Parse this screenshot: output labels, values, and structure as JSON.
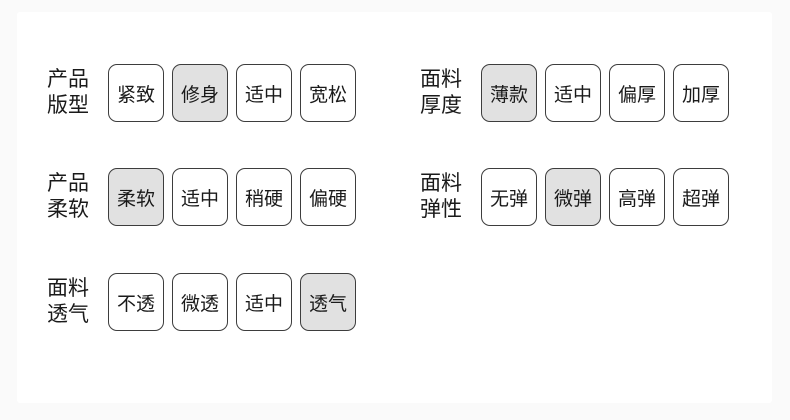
{
  "colors": {
    "page_bg": "#fafafa",
    "card_bg": "#ffffff",
    "button_border": "#3d3d3d",
    "button_bg": "#ffffff",
    "selected_bg": "#e1e1e1",
    "text": "#1a1a1a"
  },
  "groups": [
    {
      "id": "product-fit",
      "label_line1": "产品",
      "label_line2": "版型",
      "options": [
        {
          "label": "紧致",
          "state": "default"
        },
        {
          "label": "修身",
          "state": "selected"
        },
        {
          "label": "适中",
          "state": "default"
        },
        {
          "label": "宽松",
          "state": "default"
        }
      ]
    },
    {
      "id": "fabric-thickness",
      "label_line1": "面料",
      "label_line2": "厚度",
      "options": [
        {
          "label": "薄款",
          "state": "selected"
        },
        {
          "label": "适中",
          "state": "default"
        },
        {
          "label": "偏厚",
          "state": "default"
        },
        {
          "label": "加厚",
          "state": "default"
        }
      ]
    },
    {
      "id": "product-softness",
      "label_line1": "产品",
      "label_line2": "柔软",
      "options": [
        {
          "label": "柔软",
          "state": "selected"
        },
        {
          "label": "适中",
          "state": "default"
        },
        {
          "label": "稍硬",
          "state": "default"
        },
        {
          "label": "偏硬",
          "state": "default"
        }
      ]
    },
    {
      "id": "fabric-elasticity",
      "label_line1": "面料",
      "label_line2": "弹性",
      "options": [
        {
          "label": "无弹",
          "state": "default"
        },
        {
          "label": "微弹",
          "state": "selected"
        },
        {
          "label": "高弹",
          "state": "default"
        },
        {
          "label": "超弹",
          "state": "default"
        }
      ]
    },
    {
      "id": "fabric-breathability",
      "label_line1": "面料",
      "label_line2": "透气",
      "options": [
        {
          "label": "不透",
          "state": "default"
        },
        {
          "label": "微透",
          "state": "default"
        },
        {
          "label": "适中",
          "state": "default"
        },
        {
          "label": "透气",
          "state": "selected"
        }
      ]
    }
  ]
}
